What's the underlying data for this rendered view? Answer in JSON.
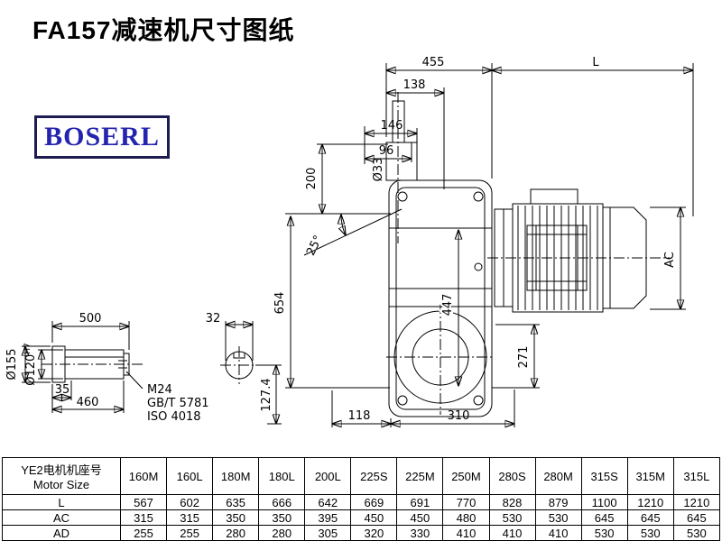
{
  "title": "FA157减速机尺寸图纸",
  "logo": "BOSERL",
  "drawing": {
    "dims": {
      "d455": "455",
      "dL": "L",
      "d138": "138",
      "d146": "146",
      "d96": "96",
      "d33": "Ø33",
      "d200": "200",
      "d25": "25°",
      "d654": "654",
      "d447": "447",
      "dAC": "AC",
      "d271": "271",
      "d118": "118",
      "d310": "310",
      "d500": "500",
      "d32": "32",
      "d35": "35",
      "d460": "460",
      "d155": "Ø155",
      "d120": "Ø120",
      "d120sup": "H7",
      "d127": "127.4",
      "m24": "M24",
      "gbt": "GB/T 5781",
      "iso": "ISO 4018"
    }
  },
  "table": {
    "header_line1": "YE2电机机座号",
    "header_line2": "Motor Size",
    "motor_sizes": [
      "160M",
      "160L",
      "180M",
      "180L",
      "200L",
      "225S",
      "225M",
      "250M",
      "280S",
      "280M",
      "315S",
      "315M",
      "315L"
    ],
    "rows": [
      {
        "label": "L",
        "values": [
          "567",
          "602",
          "635",
          "666",
          "642",
          "669",
          "691",
          "770",
          "828",
          "879",
          "1100",
          "1210",
          "1210"
        ]
      },
      {
        "label": "AC",
        "values": [
          "315",
          "315",
          "350",
          "350",
          "395",
          "450",
          "450",
          "480",
          "530",
          "530",
          "645",
          "645",
          "645"
        ]
      },
      {
        "label": "AD",
        "values": [
          "255",
          "255",
          "280",
          "280",
          "305",
          "320",
          "330",
          "410",
          "410",
          "410",
          "530",
          "530",
          "530"
        ]
      }
    ]
  }
}
